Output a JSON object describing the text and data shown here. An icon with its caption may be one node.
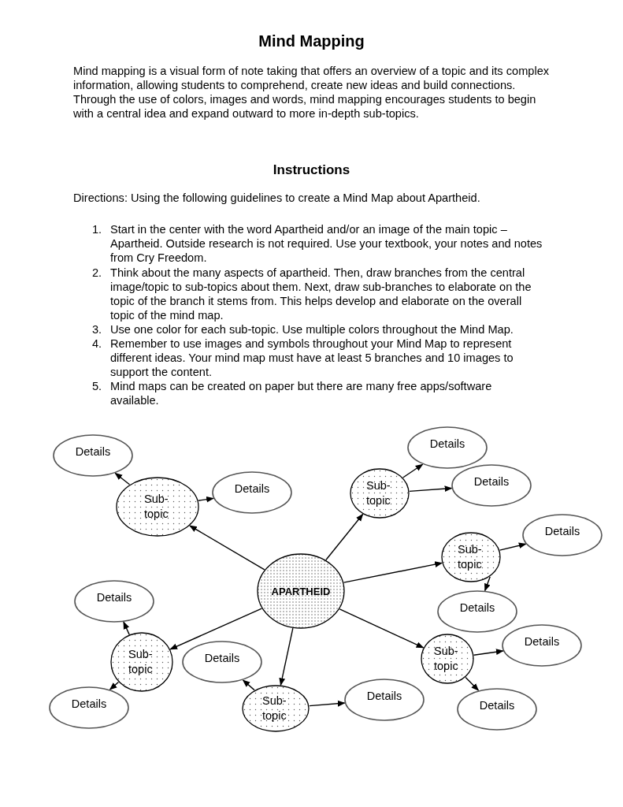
{
  "diagram": {
    "title": "Mind Mapping",
    "nodes": [
      {
        "text": [
          "APARTHEID"
        ]
      },
      {
        "text": [
          "Sub- topic"
        ]
      },
      {
        "text": [
          "Sub- topic"
        ]
      },
      {
        "text": [
          "Sub- topic"
        ]
      },
      {
        "text": [
          "Sub- topic"
        ]
      },
      {
        "text": [
          "Sub- topic"
        ]
      },
      {
        "text": [
          "Sub- topic"
        ]
      },
      {
        "text": [
          "Details"
        ]
      },
      {
        "text": [
          "Details"
        ]
      },
      {
        "text": [
          "Details"
        ]
      },
      {
        "text": [
          "Details"
        ]
      },
      {
        "text": [
          "Details"
        ]
      },
      {
        "text": [
          "Details"
        ]
      },
      {
        "text": [
          "Details"
        ]
      },
      {
        "text": [
          "Details"
        ]
      },
      {
        "text": [
          "Details"
        ]
      },
      {
        "text": [
          "Details"
        ]
      },
      {
        "text": [
          "Details"
        ]
      },
      {
        "text": [
          "Details"
        ]
      }
    ],
    "edges": [
      {
        "from": 0,
        "to": 1,
        "arrow": "to"
      },
      {
        "from": 0,
        "to": 2,
        "arrow": "to"
      },
      {
        "from": 0,
        "to": 3,
        "arrow": "to"
      },
      {
        "from": 0,
        "to": 4,
        "arrow": "to"
      },
      {
        "from": 0,
        "to": 5,
        "arrow": "to"
      },
      {
        "from": 0,
        "to": 6,
        "arrow": "to"
      },
      {
        "from": 1,
        "to": 7,
        "arrow": "to"
      },
      {
        "from": 1,
        "to": 8,
        "arrow": "to"
      },
      {
        "from": 2,
        "to": 9,
        "arrow": "to"
      },
      {
        "from": 2,
        "to": 10,
        "arrow": "to"
      },
      {
        "from": 3,
        "to": 11,
        "arrow": "to"
      },
      {
        "from": 3,
        "to": 12,
        "arrow": "to"
      },
      {
        "from": 4,
        "to": 13,
        "arrow": "to"
      },
      {
        "from": 4,
        "to": 14,
        "arrow": "to"
      },
      {
        "from": 5,
        "to": 17,
        "arrow": "to"
      },
      {
        "from": 5,
        "to": 18,
        "arrow": "to"
      },
      {
        "from": 6,
        "to": 15,
        "arrow": "to"
      },
      {
        "from": 6,
        "to": 16,
        "arrow": "to"
      }
    ],
    "labels": [
      "Mind mapping is a visual form of note taking that offers an overview of a topic and its complex information, allowing students to comprehend, create new ideas and build connections. Through the use of colors, images and words, mind mapping encourages students to begin with a central idea and expand outward to more in-depth sub-topics.",
      "Instructions",
      "Directions: Using the following guidelines to create a Mind Map about Apartheid.",
      "1.",
      "Start in the center with the word Apartheid and/or an image of the main topic – Apartheid. Outside research is not required. Use your textbook, your notes and notes from Cry Freedom.",
      "2.",
      "Think about the many aspects of apartheid. Then, draw branches from the central image/topic to sub-topics about them. Next, draw sub-branches to elaborate on the topic of the branch it stems from. This helps develop and elaborate on the overall topic of the mind map.",
      "3.",
      "Use one color for each sub-topic. Use multiple colors throughout the Mind Map.",
      "4.",
      "Remember to use images and symbols throughout your Mind Map to represent different ideas. Your mind map must have at least 5 branches and 10 images to support the content.",
      "5.",
      "Mind maps can be created on paper but there are many free apps/software available."
    ]
  }
}
